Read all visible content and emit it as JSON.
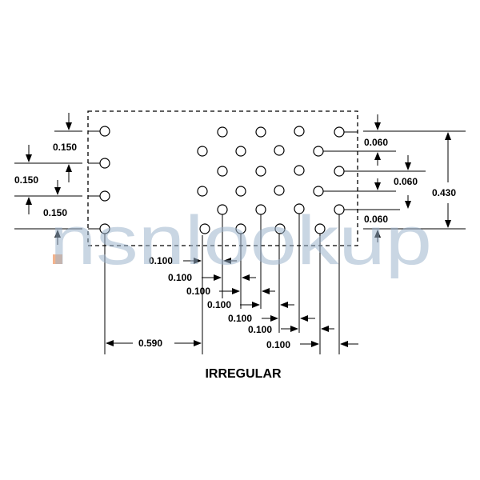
{
  "diagram": {
    "title": "IRREGULAR",
    "watermark": "nsnlookup",
    "accent_color": "#f0a070",
    "watermark_color": "#9db4cc",
    "dimensions": {
      "left_spacing_1": "0.150",
      "left_spacing_2": "0.150",
      "left_spacing_3": "0.150",
      "right_offset_top": "0.060",
      "right_offset_mid": "0.060",
      "right_offset_bottom": "0.060",
      "overall_height": "0.430",
      "pitch_1": "0.100",
      "pitch_2": "0.100",
      "pitch_3": "0.100",
      "pitch_4": "0.100",
      "pitch_5": "0.100",
      "pitch_6": "0.100",
      "pitch_7": "0.100",
      "left_offset": "0.590"
    }
  }
}
